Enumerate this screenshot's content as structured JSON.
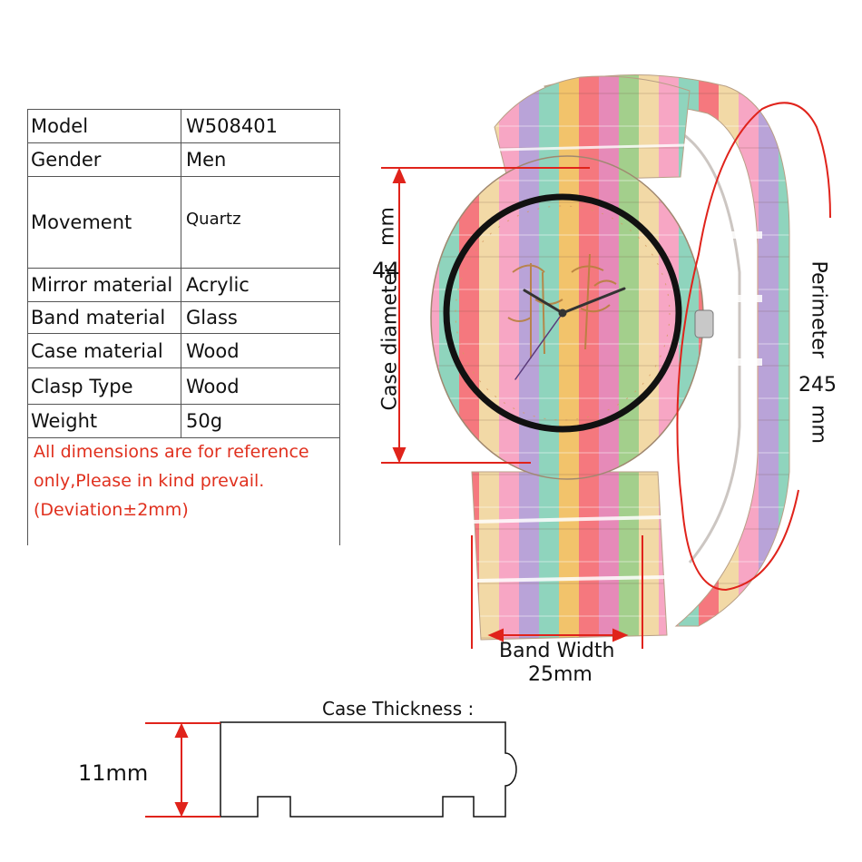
{
  "specs": {
    "rows": [
      {
        "label": "Model",
        "value": "W508401"
      },
      {
        "label": "Gender",
        "value": "Men"
      },
      {
        "label": "Movement",
        "value": "Quartz"
      },
      {
        "label": "Mirror material",
        "value": "Acrylic"
      },
      {
        "label": "Band material",
        "value": "Glass"
      },
      {
        "label": "Case material",
        "value": "Wood"
      },
      {
        "label": "Clasp Type",
        "value": "Wood"
      },
      {
        "label": "Weight",
        "value": "50g"
      }
    ],
    "note_lines": [
      "All dimensions are for reference",
      "only,Please in kind prevail.",
      "(Deviation±2mm)"
    ]
  },
  "dimensions": {
    "case_diameter_label": "Case diameter",
    "case_diameter_value": "44",
    "case_diameter_unit": "mm",
    "perimeter_label": "Perimeter",
    "perimeter_value": "245",
    "perimeter_unit": "mm",
    "band_width_label": "Band Width",
    "band_width_value": "25mm",
    "case_thickness_label": "Case Thickness :",
    "case_thickness_value": "11mm"
  },
  "colors": {
    "dimension_line": "#e0231b",
    "note_text": "#e0301e",
    "bamboo_palette": [
      "#f2d9a6",
      "#f7a6c4",
      "#b9a3d8",
      "#8fd4bd",
      "#f2c36b",
      "#f5787e",
      "#e68ab8",
      "#a3cf8c"
    ]
  }
}
